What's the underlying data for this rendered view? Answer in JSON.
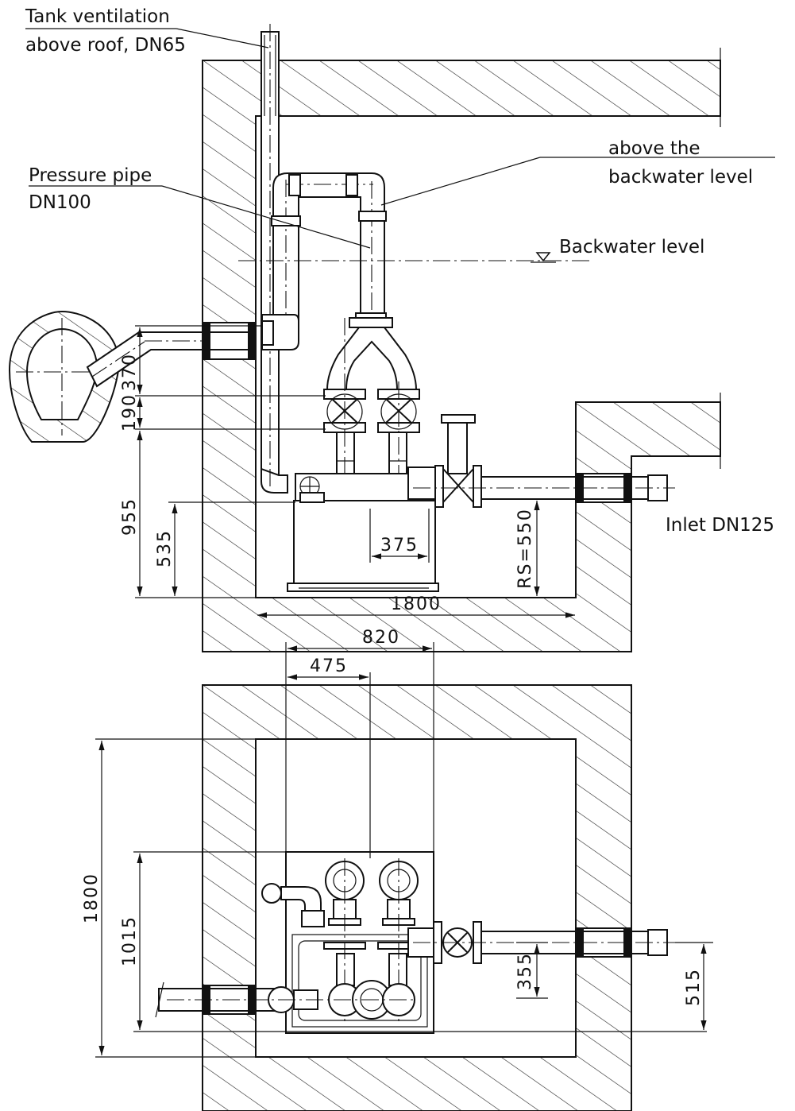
{
  "labels": {
    "tank_ventilation_line1": "Tank ventilation",
    "tank_ventilation_line2": "above roof, DN65",
    "pressure_pipe_line1": "Pressure pipe",
    "pressure_pipe_line2": "DN100",
    "above_line1": "above the",
    "above_line2": "backwater level",
    "backwater_level": "Backwater level",
    "inlet": "Inlet DN125"
  },
  "section_dimensions": {
    "d370": "370",
    "d190": "190",
    "d955": "955",
    "d535": "535",
    "d375": "375",
    "rs550": "RS=550"
  },
  "plan_dimensions": {
    "d1800_width": "1800",
    "d820": "820",
    "d475": "475",
    "d1800_height": "1800",
    "d1015": "1015",
    "d355": "355",
    "d515": "515"
  }
}
